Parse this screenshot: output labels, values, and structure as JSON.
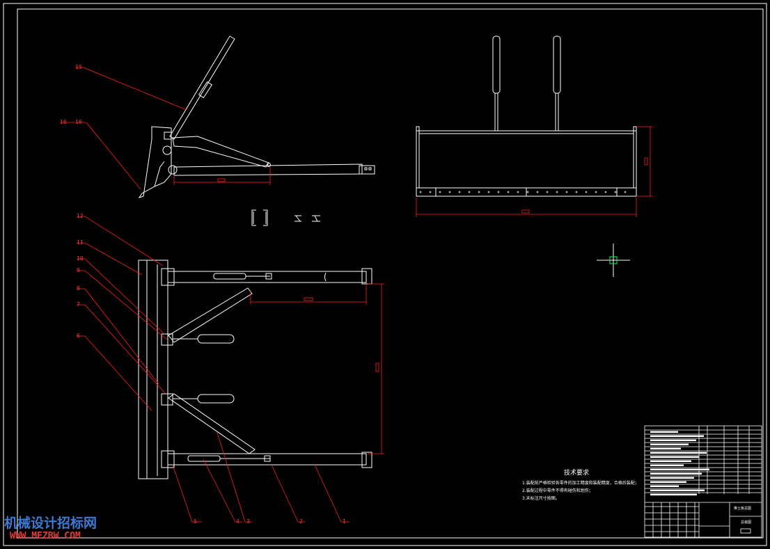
{
  "drawing": {
    "part_labels": [
      "15",
      "16",
      "16",
      "12",
      "11",
      "10",
      "9",
      "8",
      "7",
      "6",
      "5",
      "4",
      "3",
      "2",
      "1"
    ],
    "technical_requirements": {
      "title": "技术要求",
      "lines": [
        "1.装配前严格检验各零件的加工精度和装配精度，合格后装配；",
        "2.装配过程中零件不得有碰伤和划伤；",
        "3.未标注尺寸按图。"
      ]
    },
    "title_block": {
      "drawing_name": "推土板总图",
      "sheet_label": "总装图"
    }
  },
  "watermark": {
    "site_name": "机械设计招标网",
    "url": "WWW.MEZBW.COM"
  },
  "colors": {
    "background": "#000000",
    "outline": "#ffffff",
    "dimension": "#ff2020",
    "crosshair": "#ffffff",
    "cursor_box": "#00ff66"
  }
}
